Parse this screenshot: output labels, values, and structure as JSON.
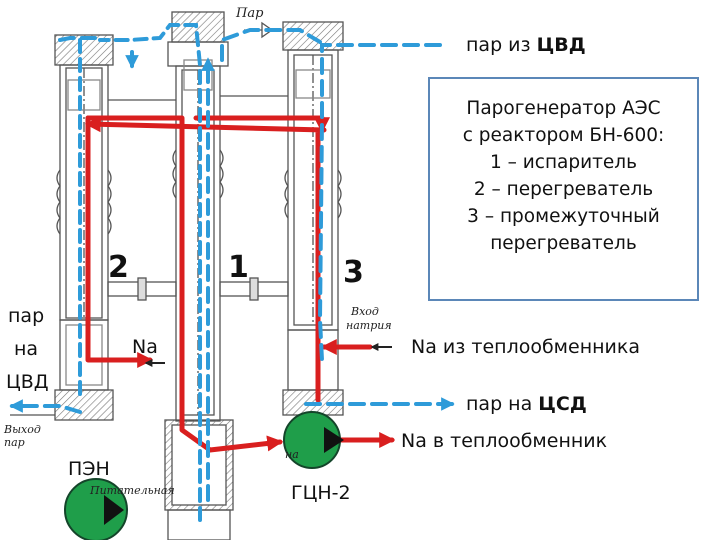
{
  "info_box": {
    "lines": [
      "Парогенератор АЭС",
      "с реактором БН-600:",
      "1 – испаритель",
      "2 – перегреватель",
      "3 – промежуточный",
      "перегреватель"
    ]
  },
  "labels": {
    "steam_from_hpc_prefix": "пар из ",
    "steam_from_hpc_bold": "ЦВД",
    "steam_to_ipc_prefix": "пар на ",
    "steam_to_ipc_bold": "ЦСД",
    "steam_to_hpc_line1": "пар",
    "steam_to_hpc_line2": "на",
    "steam_to_hpc_line3": "ЦВД",
    "na_from_hx": "Na из теплообменника",
    "na_to_hx": "Na в теплообменник",
    "na": "Na",
    "pen": "ПЭН",
    "gcn": "ГЦН-2",
    "num1": "1",
    "num2": "2",
    "num3": "3"
  },
  "drawing_text": {
    "top_label": "Пар",
    "na_inlet_1": "Вход",
    "na_inlet_2": "натрия",
    "exit_steam_1": "Выход",
    "exit_steam_2": "пар",
    "feed_water": "Питательная",
    "gcn_fragment": "на"
  },
  "colors": {
    "sodium_flow": "#d91f1f",
    "steam_flow": "#2e9bd9",
    "pump_body": "#1f9e4a",
    "box_border": "#5b87b8",
    "drawing_line": "#555555"
  }
}
